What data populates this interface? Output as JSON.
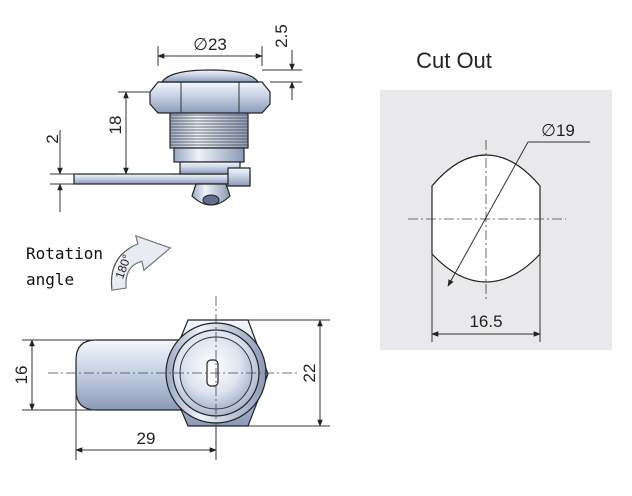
{
  "side_view": {
    "dia_head": "∅23",
    "head_height": "2.5",
    "body_height": "18",
    "cam_thickness": "2"
  },
  "rotation": {
    "label_line1": "Rotation",
    "label_line2": "angle",
    "angle": "180°"
  },
  "front_view": {
    "cam_height": "16",
    "head_height": "22",
    "cam_length": "29"
  },
  "cutout": {
    "title": "Cut Out",
    "diameter": "∅19",
    "flat_width": "16.5"
  },
  "colors": {
    "panel": "#e9e9ec",
    "metal_light": "#e8edf6",
    "metal_mid": "#b9c6dc",
    "metal_dark": "#7f8fad"
  }
}
